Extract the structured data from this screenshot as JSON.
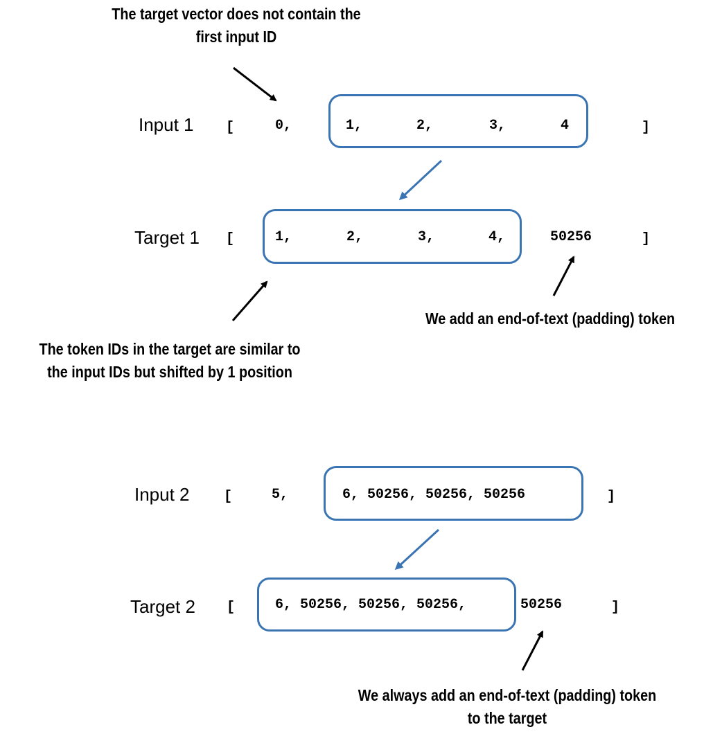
{
  "annotations": {
    "top_line1": "The target vector does not contain the",
    "top_line2": "first input ID",
    "padding1": "We add an end-of-text (padding) token",
    "shift_line1": "The token IDs in the target are similar to",
    "shift_line2": "the input IDs but shifted by 1 position",
    "bottom_line1": "We always add an end-of-text (padding) token",
    "bottom_line2": "to the target"
  },
  "input1": {
    "label": "Input 1",
    "open": "[",
    "first": "0,",
    "boxed": [
      "1,",
      "2,",
      "3,",
      "4"
    ],
    "close": "]"
  },
  "target1": {
    "label": "Target 1",
    "open": "[",
    "boxed": [
      "1,",
      "2,",
      "3,",
      "4,"
    ],
    "after": "50256",
    "close": "]"
  },
  "input2": {
    "label": "Input 2",
    "open": "[",
    "first": "5,",
    "boxed_text": "6, 50256, 50256, 50256",
    "close": "]"
  },
  "target2": {
    "label": "Target 2",
    "open": "[",
    "boxed_text": "6, 50256, 50256, 50256,",
    "after": "50256",
    "close": "]"
  },
  "colors": {
    "box": "#3a74b3",
    "arrow_blue": "#3a74b3",
    "arrow_black": "#000000"
  }
}
